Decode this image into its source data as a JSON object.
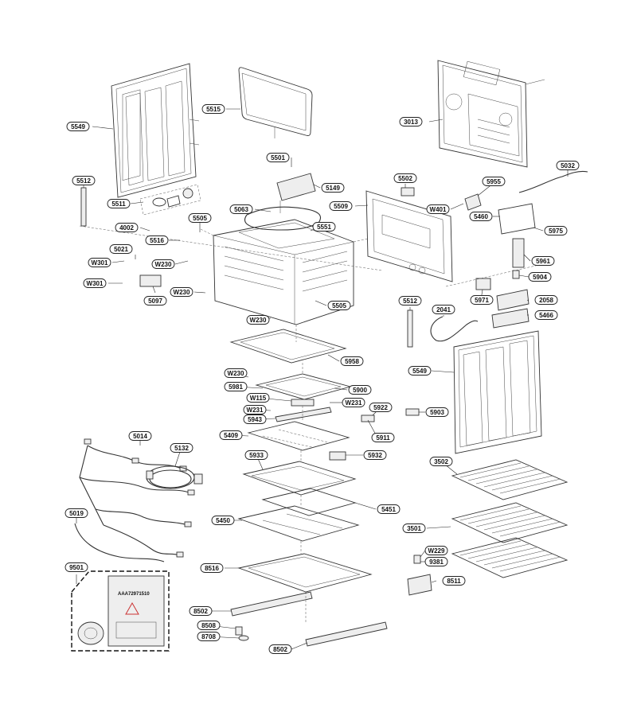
{
  "diagram": {
    "labels": [
      {
        "id": "l5549a",
        "text": "5549"
      },
      {
        "id": "l5515",
        "text": "5515"
      },
      {
        "id": "l3013",
        "text": "3013"
      },
      {
        "id": "l5501",
        "text": "5501"
      },
      {
        "id": "l5032",
        "text": "5032"
      },
      {
        "id": "l5512a",
        "text": "5512"
      },
      {
        "id": "l5149",
        "text": "5149"
      },
      {
        "id": "l5502",
        "text": "5502"
      },
      {
        "id": "l5955",
        "text": "5955"
      },
      {
        "id": "l5511",
        "text": "5511"
      },
      {
        "id": "l5063",
        "text": "5063"
      },
      {
        "id": "l5509",
        "text": "5509"
      },
      {
        "id": "lW401",
        "text": "W401"
      },
      {
        "id": "l5460",
        "text": "5460"
      },
      {
        "id": "l5505a",
        "text": "5505"
      },
      {
        "id": "l4002",
        "text": "4002"
      },
      {
        "id": "l5551",
        "text": "5551"
      },
      {
        "id": "l5975",
        "text": "5975"
      },
      {
        "id": "l5516",
        "text": "5516"
      },
      {
        "id": "l5021",
        "text": "5021"
      },
      {
        "id": "lW301a",
        "text": "W301"
      },
      {
        "id": "lW230a",
        "text": "W230"
      },
      {
        "id": "l5961",
        "text": "5961"
      },
      {
        "id": "l5904",
        "text": "5904"
      },
      {
        "id": "lW301b",
        "text": "W301"
      },
      {
        "id": "lW230b",
        "text": "W230"
      },
      {
        "id": "l5971",
        "text": "5971"
      },
      {
        "id": "l2058",
        "text": "2058"
      },
      {
        "id": "l5097",
        "text": "5097"
      },
      {
        "id": "l5512b",
        "text": "5512"
      },
      {
        "id": "l2041",
        "text": "2041"
      },
      {
        "id": "l5505b",
        "text": "5505"
      },
      {
        "id": "l5466",
        "text": "5466"
      },
      {
        "id": "lW230c",
        "text": "W230"
      },
      {
        "id": "l5958",
        "text": "5958"
      },
      {
        "id": "l5549b",
        "text": "5549"
      },
      {
        "id": "lW230d",
        "text": "W230"
      },
      {
        "id": "l5981",
        "text": "5981"
      },
      {
        "id": "l5900",
        "text": "5900"
      },
      {
        "id": "lW115",
        "text": "W115"
      },
      {
        "id": "lW231a",
        "text": "W231"
      },
      {
        "id": "lW231b",
        "text": "W231"
      },
      {
        "id": "l5922",
        "text": "5922"
      },
      {
        "id": "l5943",
        "text": "5943"
      },
      {
        "id": "l5903",
        "text": "5903"
      },
      {
        "id": "l5014",
        "text": "5014"
      },
      {
        "id": "l5409",
        "text": "5409"
      },
      {
        "id": "l5911",
        "text": "5911"
      },
      {
        "id": "l5132",
        "text": "5132"
      },
      {
        "id": "l5933",
        "text": "5933"
      },
      {
        "id": "l5932",
        "text": "5932"
      },
      {
        "id": "l3502",
        "text": "3502"
      },
      {
        "id": "l5451",
        "text": "5451"
      },
      {
        "id": "l5019",
        "text": "5019"
      },
      {
        "id": "l5450",
        "text": "5450"
      },
      {
        "id": "l3501",
        "text": "3501"
      },
      {
        "id": "lW229",
        "text": "W229"
      },
      {
        "id": "l9381",
        "text": "9381"
      },
      {
        "id": "l9501",
        "text": "9501"
      },
      {
        "id": "l8516",
        "text": "8516"
      },
      {
        "id": "l8511",
        "text": "8511"
      },
      {
        "id": "l8502a",
        "text": "8502"
      },
      {
        "id": "l8508",
        "text": "8508"
      },
      {
        "id": "l8708",
        "text": "8708"
      },
      {
        "id": "l8502b",
        "text": "8502"
      }
    ],
    "bag_label": "AAA72971510"
  }
}
